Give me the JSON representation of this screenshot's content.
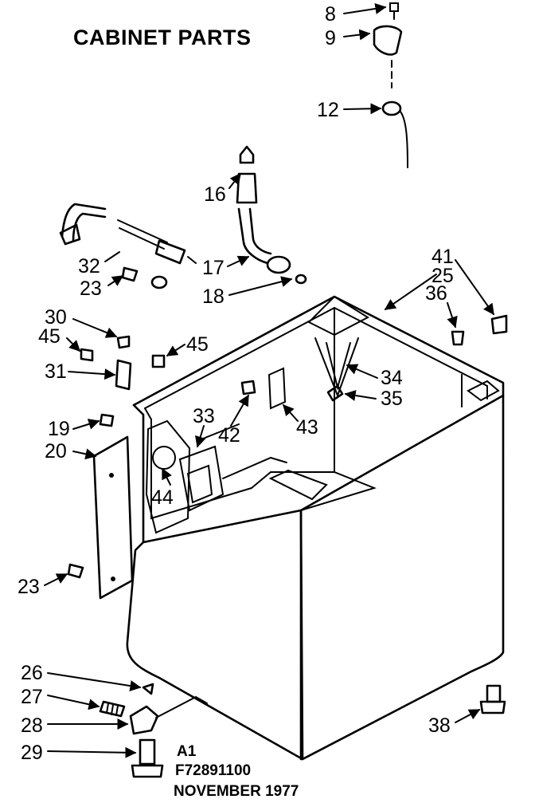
{
  "title": "CABINET PARTS",
  "callouts": [
    {
      "id": "8",
      "label": "8"
    },
    {
      "id": "9",
      "label": "9"
    },
    {
      "id": "12",
      "label": "12"
    },
    {
      "id": "16",
      "label": "16"
    },
    {
      "id": "32",
      "label": "32"
    },
    {
      "id": "23a",
      "label": "23"
    },
    {
      "id": "17",
      "label": "17"
    },
    {
      "id": "18",
      "label": "18"
    },
    {
      "id": "41",
      "label": "41"
    },
    {
      "id": "25",
      "label": "25"
    },
    {
      "id": "36",
      "label": "36"
    },
    {
      "id": "30",
      "label": "30"
    },
    {
      "id": "45a",
      "label": "45"
    },
    {
      "id": "45b",
      "label": "45"
    },
    {
      "id": "31",
      "label": "31"
    },
    {
      "id": "34",
      "label": "34"
    },
    {
      "id": "35",
      "label": "35"
    },
    {
      "id": "33",
      "label": "33"
    },
    {
      "id": "42",
      "label": "42"
    },
    {
      "id": "43",
      "label": "43"
    },
    {
      "id": "19",
      "label": "19"
    },
    {
      "id": "20",
      "label": "20"
    },
    {
      "id": "44",
      "label": "44"
    },
    {
      "id": "23b",
      "label": "23"
    },
    {
      "id": "26",
      "label": "26"
    },
    {
      "id": "27",
      "label": "27"
    },
    {
      "id": "28",
      "label": "28"
    },
    {
      "id": "29",
      "label": "29"
    },
    {
      "id": "38",
      "label": "38"
    }
  ],
  "footer": {
    "line1": "A1",
    "line2": "F72891100",
    "line3": "NOVEMBER 1977"
  }
}
